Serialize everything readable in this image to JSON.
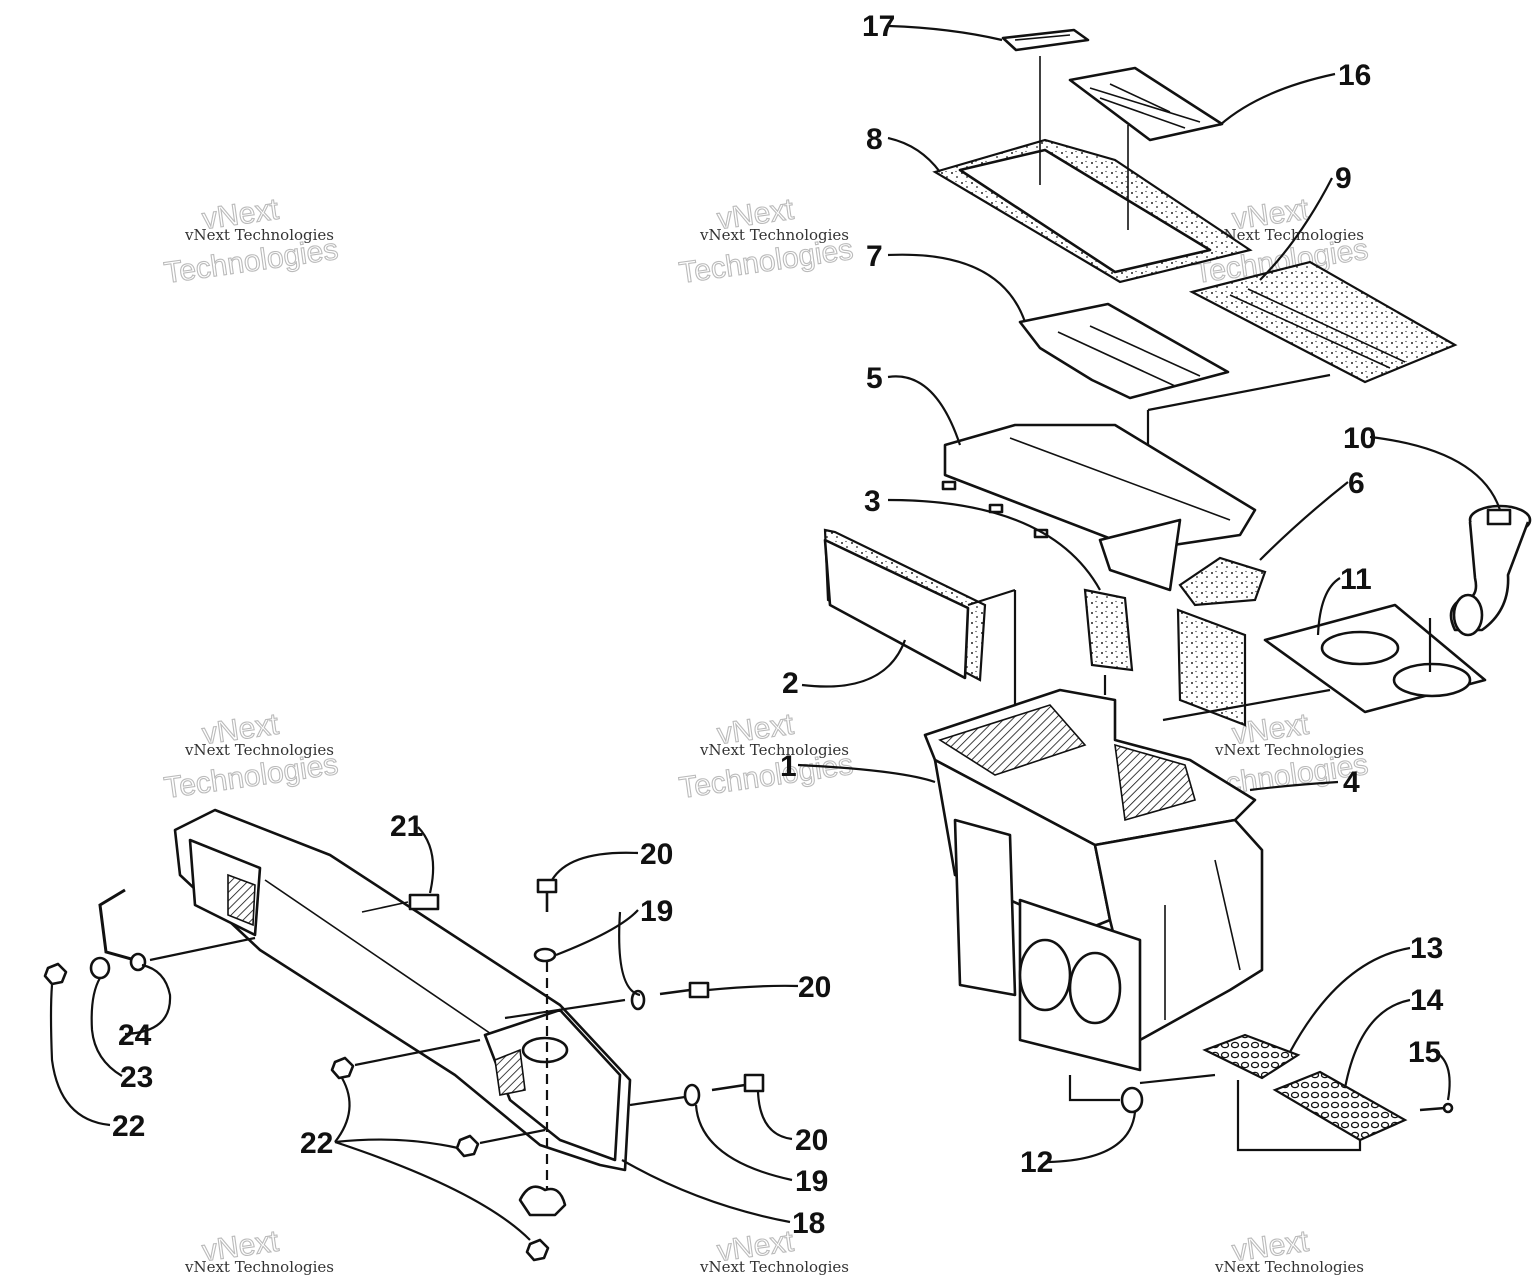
{
  "watermark": {
    "line_top": "vNext",
    "line_small": "vNext Technologies",
    "line_big": "Technologies"
  },
  "callouts": {
    "c1": "1",
    "c2": "2",
    "c3": "3",
    "c4": "4",
    "c5": "5",
    "c6": "6",
    "c7": "7",
    "c8": "8",
    "c9": "9",
    "c10": "10",
    "c11": "11",
    "c12": "12",
    "c13": "13",
    "c14": "14",
    "c15": "15",
    "c16": "16",
    "c17": "17",
    "c18": "18",
    "c19a": "19",
    "c19b": "19",
    "c20a": "20",
    "c20b": "20",
    "c20c": "20",
    "c21": "21",
    "c22a": "22",
    "c22b": "22",
    "c23": "23",
    "c24": "24"
  }
}
